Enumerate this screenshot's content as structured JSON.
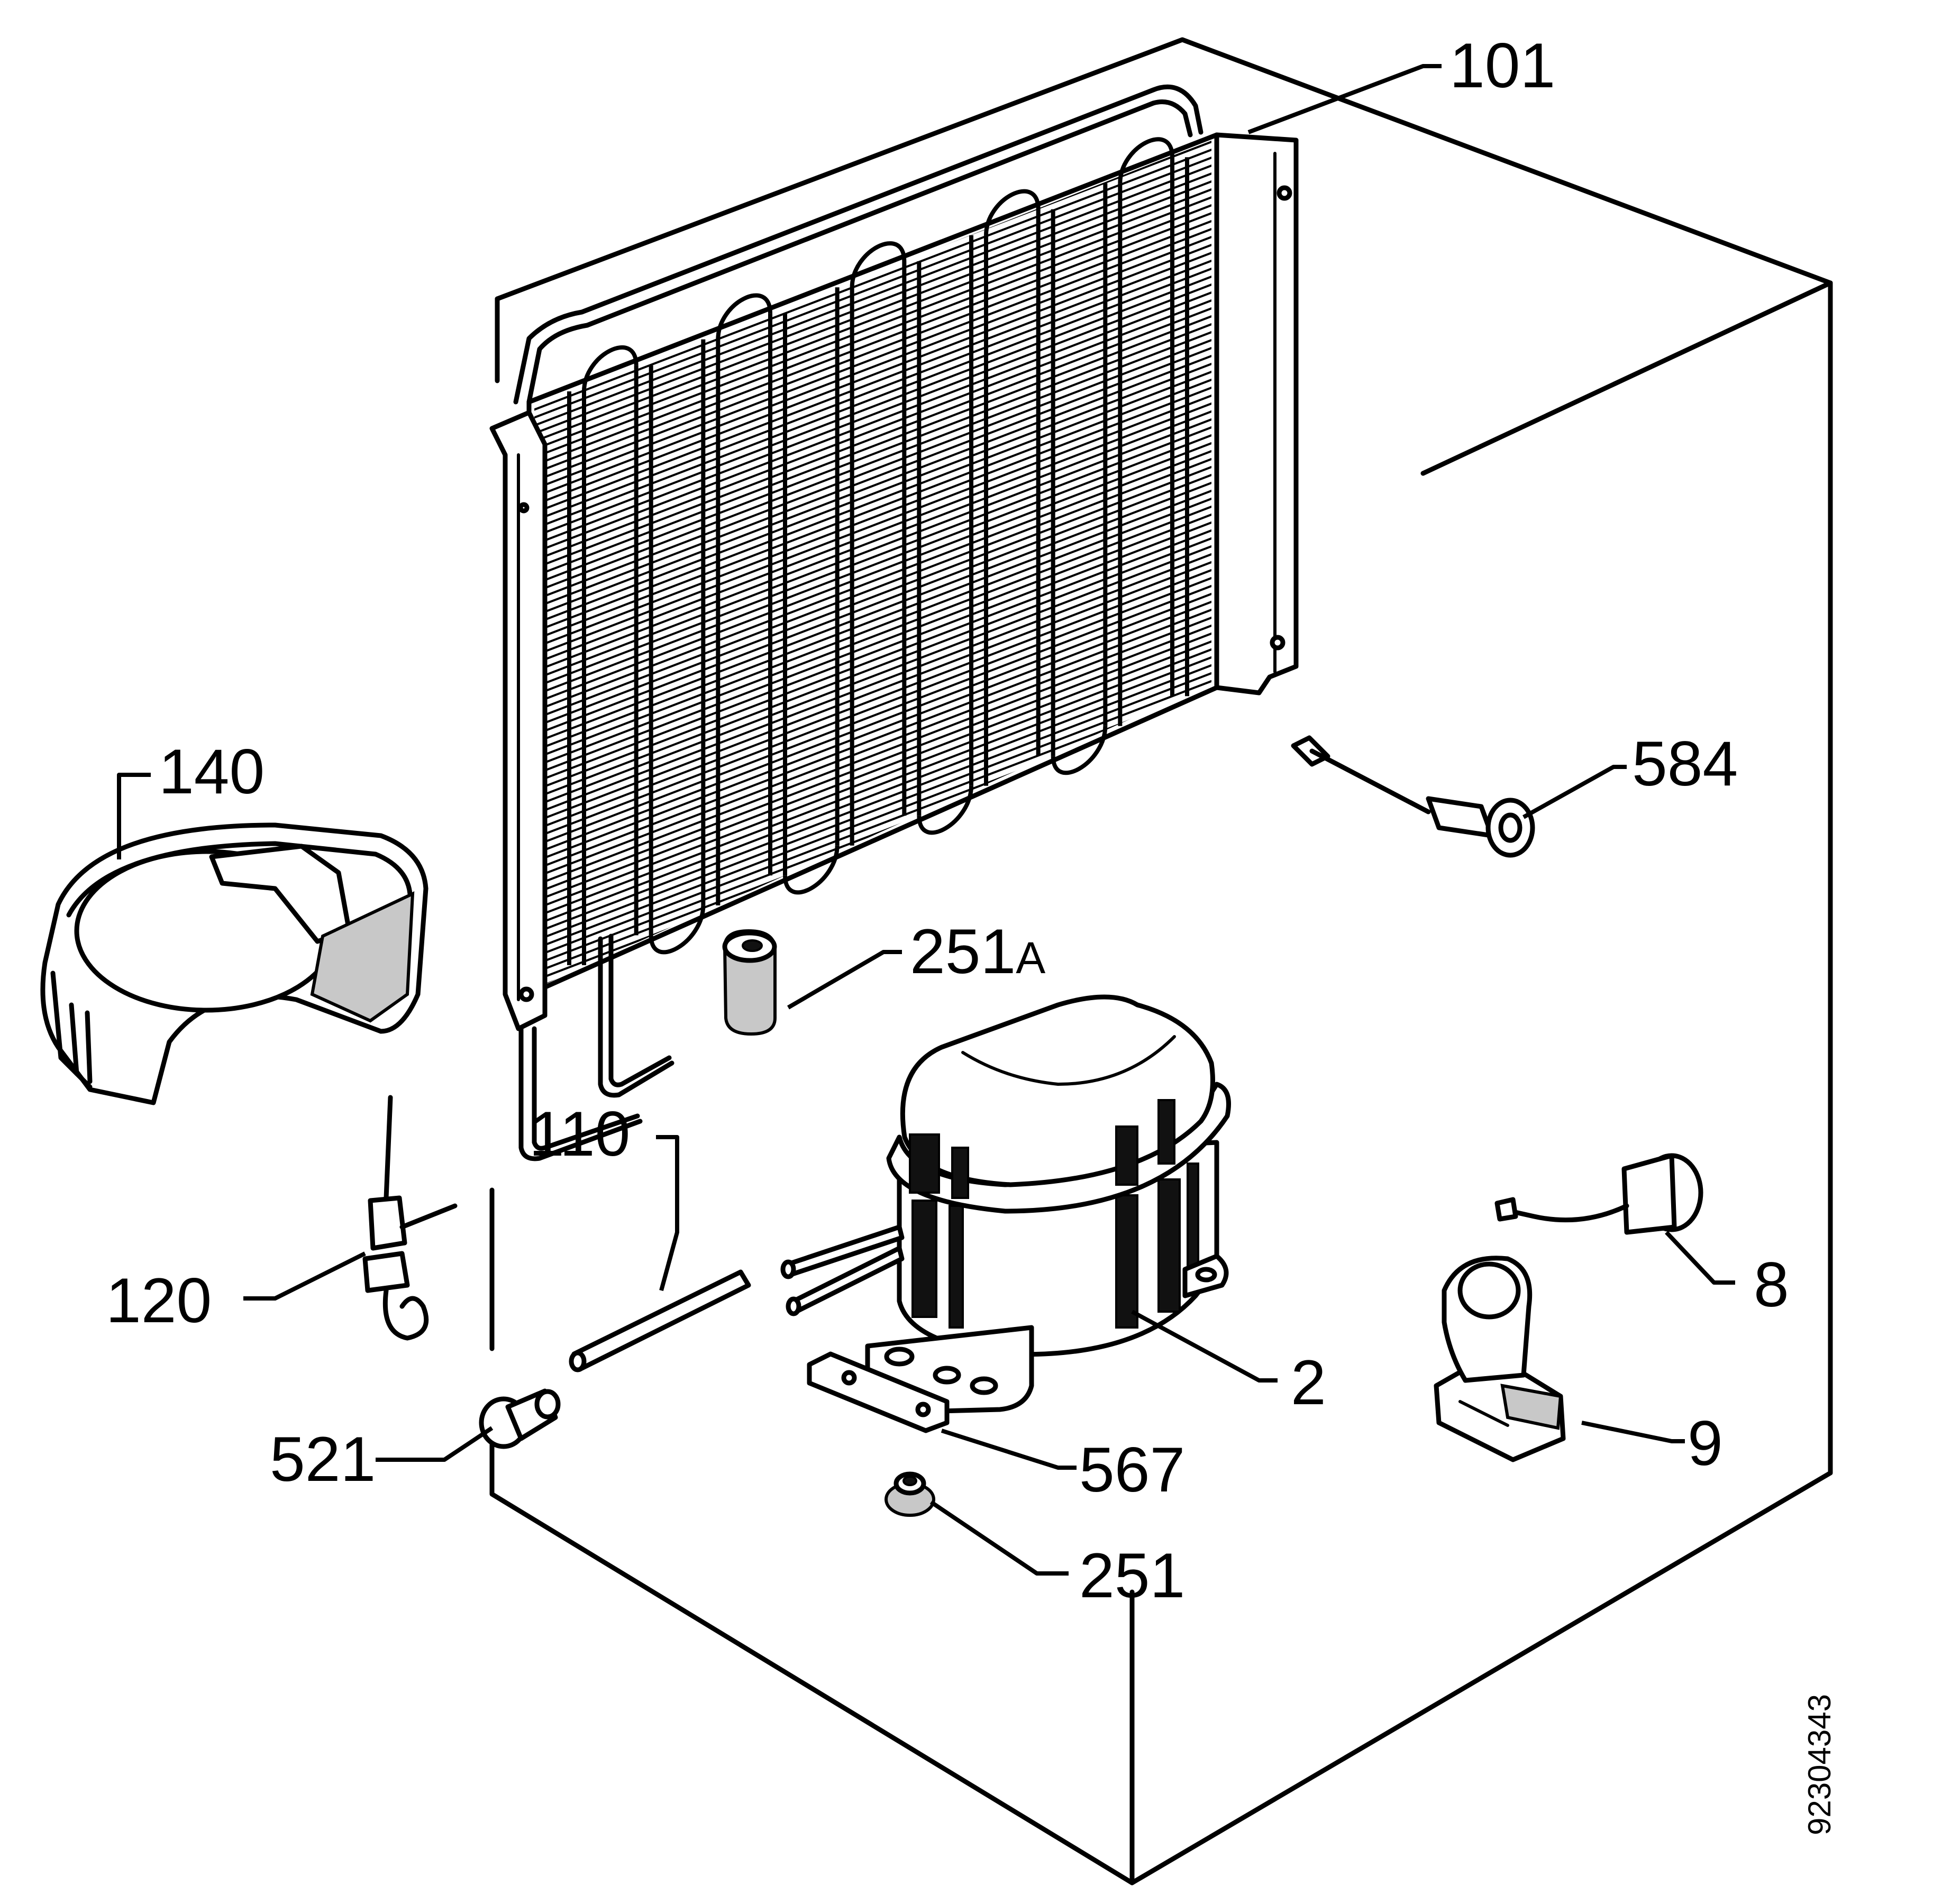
{
  "document_number": "92304343",
  "parts": [
    {
      "id": "condenser",
      "label": "101"
    },
    {
      "id": "drip-tray",
      "label": "140"
    },
    {
      "id": "grommet-a",
      "label": "251",
      "suffix": "A"
    },
    {
      "id": "wire-sensor",
      "label": "584"
    },
    {
      "id": "tube",
      "label": "110"
    },
    {
      "id": "dryer-filter",
      "label": "120"
    },
    {
      "id": "compressor",
      "label": "2"
    },
    {
      "id": "thermal-relay",
      "label": "8"
    },
    {
      "id": "start-relay",
      "label": "9"
    },
    {
      "id": "plug",
      "label": "521"
    },
    {
      "id": "mounting-plate",
      "label": "567"
    },
    {
      "id": "grommet",
      "label": "251"
    }
  ]
}
